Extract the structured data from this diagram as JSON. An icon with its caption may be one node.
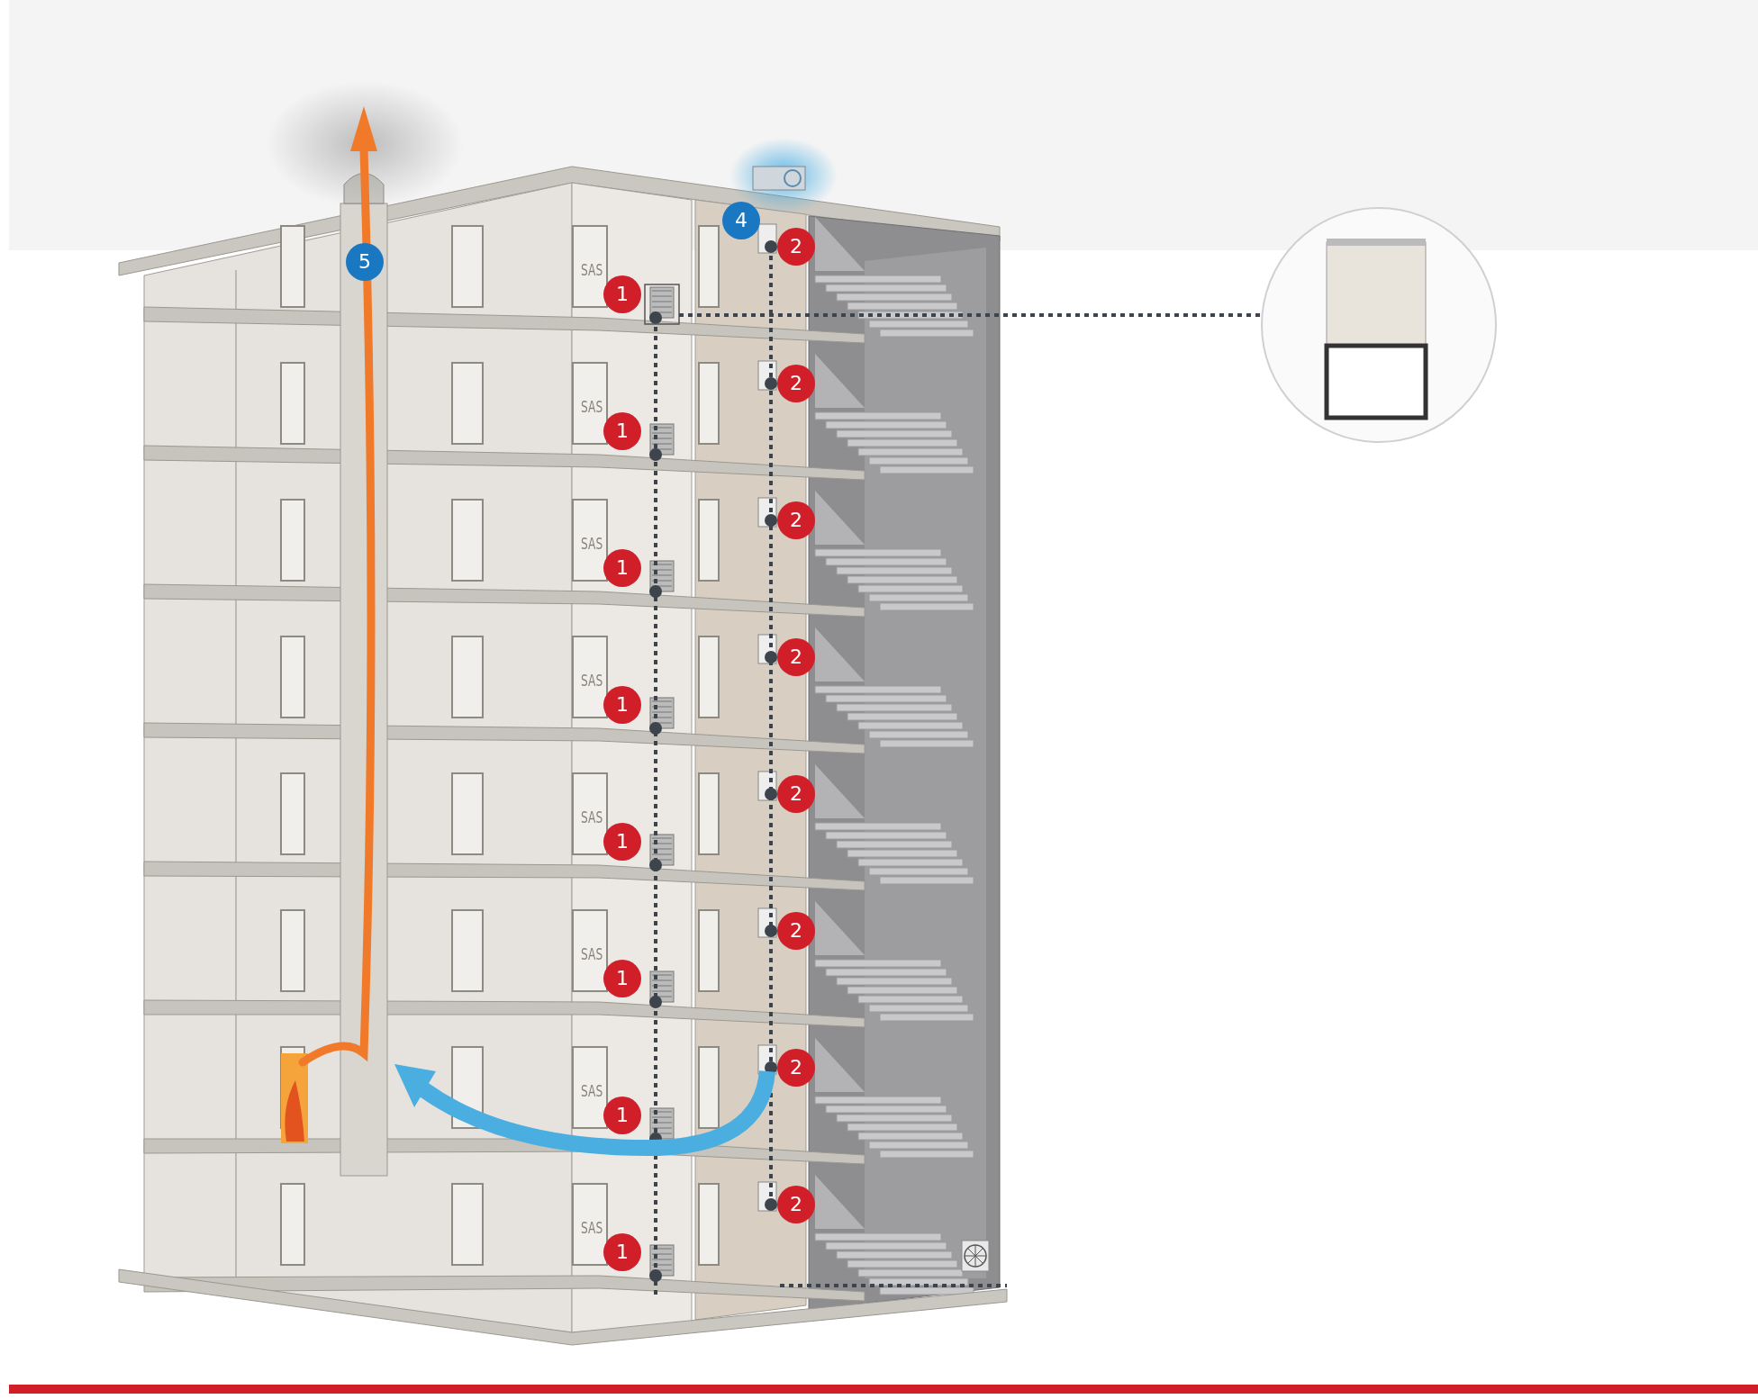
{
  "diagram": {
    "nodes": [
      {
        "text": [],
        "shape": "picture"
      },
      {
        "text": [],
        "shape": "picture"
      }
    ],
    "edges": [
      {
        "from": 0,
        "to": 1,
        "arrow": "none",
        "style": "dashed"
      }
    ],
    "labels": [
      "4",
      "2",
      "5",
      "SAS",
      "1",
      "2",
      "SAS",
      "1",
      "2",
      "SAS",
      "1",
      "2",
      "SAS",
      "1",
      "2",
      "SAS",
      "1",
      "2",
      "SAS",
      "1",
      "2",
      "SAS",
      "1",
      "SAS",
      "2",
      "1"
    ]
  }
}
